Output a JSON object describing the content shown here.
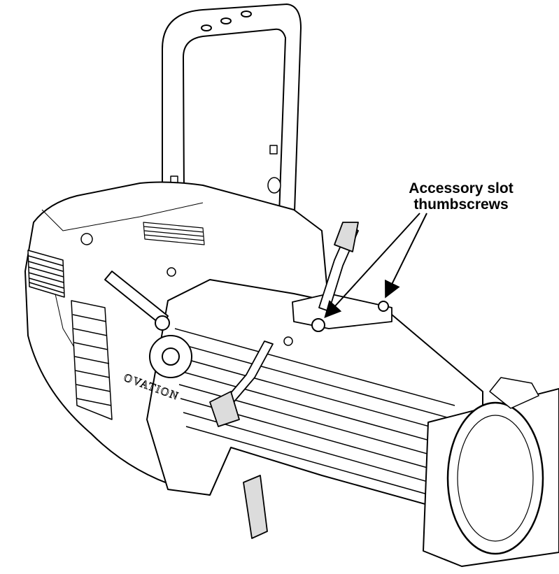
{
  "callout": {
    "line1": "Accessory slot",
    "line2": "thumbscrews"
  },
  "branding": {
    "housing_text": "OVATION"
  },
  "colors": {
    "ink": "#000000",
    "body_fill": "#ffffff",
    "shade": "#dcdcdc"
  }
}
